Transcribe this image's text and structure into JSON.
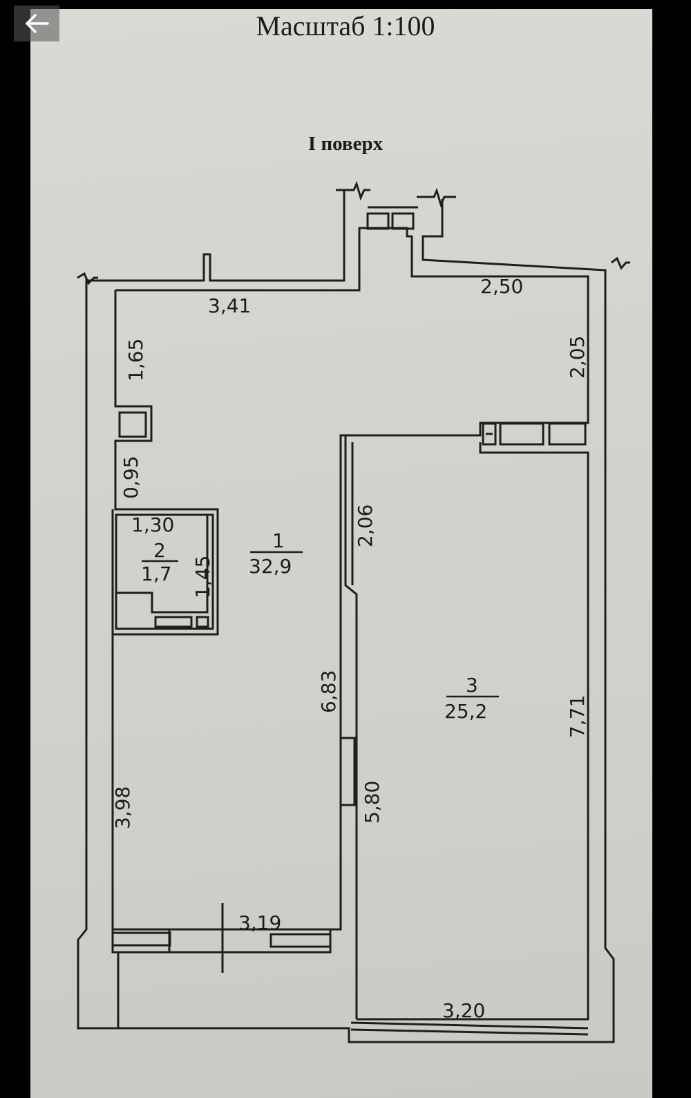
{
  "nav": {
    "back_icon": "arrow-left-icon"
  },
  "plan": {
    "scale_title": "Масштаб 1:100",
    "floor_title": "І поверх",
    "dimensions": {
      "top_left_width": "3,41",
      "top_right_width": "2,50",
      "left_upper_height": "1,65",
      "left_niche_height": "0,95",
      "bath_width": "1,30",
      "bath_height": "1,45",
      "right_upper_height": "2,05",
      "partition_upper": "2,06",
      "room1_depth": "6,83",
      "left_lower_height": "3,98",
      "partition_lower": "5,80",
      "right_height": "7,71",
      "bottom_left_width": "3,19",
      "bottom_right_width": "3,20"
    },
    "rooms": [
      {
        "number": "1",
        "area": "32,9"
      },
      {
        "number": "2",
        "area": "1,7"
      },
      {
        "number": "3",
        "area": "25,2"
      }
    ]
  },
  "colors": {
    "background": "#000000",
    "paper": "#d5d6d0",
    "ink": "#1c1c1c"
  }
}
